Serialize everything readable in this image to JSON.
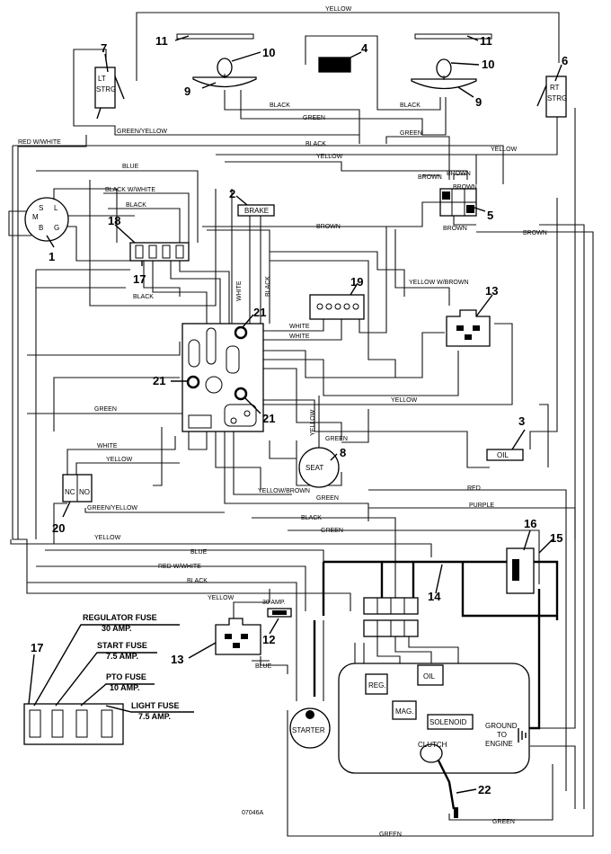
{
  "callouts": {
    "c1": "1",
    "c2": "2",
    "c3": "3",
    "c4": "4",
    "c5": "5",
    "c6": "6",
    "c7": "7",
    "c8": "8",
    "c9a": "9",
    "c9b": "9",
    "c10a": "10",
    "c10b": "10",
    "c11a": "11",
    "c11b": "11",
    "c12": "12",
    "c13a": "13",
    "c13b": "13",
    "c14": "14",
    "c15": "15",
    "c16": "16",
    "c17a": "17",
    "c17b": "17",
    "c18": "18",
    "c19": "19",
    "c20": "20",
    "c21a": "21",
    "c21b": "21",
    "c21c": "21",
    "c22": "22"
  },
  "wires": {
    "yellow_top": "YELLOW",
    "black_light_l": "BLACK",
    "black_light_r": "BLACK",
    "green_top": "GREEN",
    "green_yellow_top": "GREEN/YELLOW",
    "green_mid": "GREEN",
    "red_white_top": "RED W/WHITE",
    "black_2": "BLACK",
    "yellow_2": "YELLOW",
    "yellow_3": "YELLOW",
    "blue_1": "BLUE",
    "black_white": "BLACK W/WHITE",
    "black_3": "BLACK",
    "brown_1": "BROWN",
    "brown_2": "BROWN",
    "brown_3": "BROWN",
    "brown_4": "BROWN",
    "brown_5": "BROWN",
    "black_4": "BLACK",
    "white_v": "WHITE",
    "black_v": "BLACK",
    "yellow_white_brown": "YELLOW W/BROWN",
    "white_1": "WHITE",
    "white_2": "WHITE",
    "green_left": "GREEN",
    "yellow_4": "YELLOW",
    "yellow_v": "YELLOW",
    "green_4": "GREEN",
    "white_3": "WHITE",
    "yellow_5": "YELLOW",
    "yellow_brown": "YELLOW/BROWN",
    "green_5": "GREEN",
    "red_1": "RED",
    "green_yellow_2": "GREEN/YELLOW",
    "purple": "PURPLE",
    "black_5": "BLACK",
    "green_6": "GREEN",
    "yellow_6": "YELLOW",
    "blue_2": "BLUE",
    "red_white_2": "RED W/WHITE",
    "black_6": "BLACK",
    "yellow_7": "YELLOW",
    "blue_3": "BLUE",
    "green_bottom": "GREEN",
    "green_bottom2": "GREEN"
  },
  "parts": {
    "lt_strg_1": "LT",
    "lt_strg_2": "STRG",
    "rt_strg_1": "RT",
    "rt_strg_2": "STRG",
    "brake": "BRAKE",
    "oil_switch": "OIL",
    "seat": "SEAT",
    "starter": "STARTER",
    "reg": "REG.",
    "mag": "MAG.",
    "oil_engine": "OIL",
    "solenoid": "SOLENOID",
    "clutch": "CLUTCH",
    "ground_1": "GROUND",
    "ground_2": "TO",
    "ground_3": "ENGINE",
    "amp30": "30 AMP.",
    "nc": "NC",
    "no": "NO",
    "ign_s": "S",
    "ign_l": "L",
    "ign_m": "M",
    "ign_b": "B",
    "ign_g": "G",
    "brown_sw": "BROWN",
    "drawing_no": "07046A"
  },
  "fuse_legend": {
    "regulator": "REGULATOR FUSE",
    "regulator_amp": "30 AMP.",
    "start": "START FUSE",
    "start_amp": "7.5 AMP.",
    "pto": "PTO FUSE",
    "pto_amp": "10 AMP.",
    "light": "LIGHT FUSE",
    "light_amp": "7.5 AMP."
  }
}
